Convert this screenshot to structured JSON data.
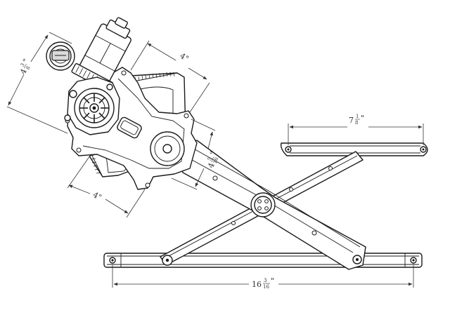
{
  "diagram": {
    "dimensions": {
      "dim_16": {
        "whole": "16",
        "num": "3",
        "den": "16",
        "unit": "\""
      },
      "dim_7": {
        "whole": "7",
        "num": "1",
        "den": "8",
        "unit": "\""
      },
      "dim_4_top": {
        "text": "4\""
      },
      "dim_4_bottom": {
        "text": "4\""
      },
      "dim_4_3": {
        "whole": "4",
        "num": "3",
        "den": "8",
        "unit": "\""
      },
      "dim_4_5": {
        "whole": "4",
        "num": "5",
        "den": "16",
        "unit": "\""
      }
    }
  }
}
